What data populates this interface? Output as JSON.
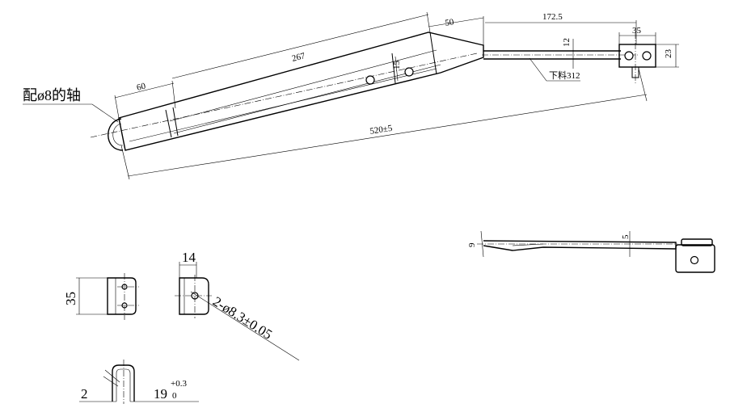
{
  "labels": {
    "shaft_note": "配ø8的轴",
    "cut_length": "下料312",
    "overall_length": "520±5",
    "dim_arm_upper": "267",
    "dim_arm_lower": "60",
    "dim_tip": "50",
    "dim_tip_span": "172.5",
    "dim_bracket_w": "35",
    "dim_bracket_h": "23",
    "dim_12": "12",
    "dim_15": "15",
    "dim_9": "9",
    "dim_5": "5",
    "detail_width": "35",
    "detail_depth": "14",
    "hole_note": "2-ø8.3±0.05",
    "dim_thickness": "2",
    "dim_inner_base": "19",
    "tol_upper": "+0.3",
    "tol_lower": "0"
  }
}
